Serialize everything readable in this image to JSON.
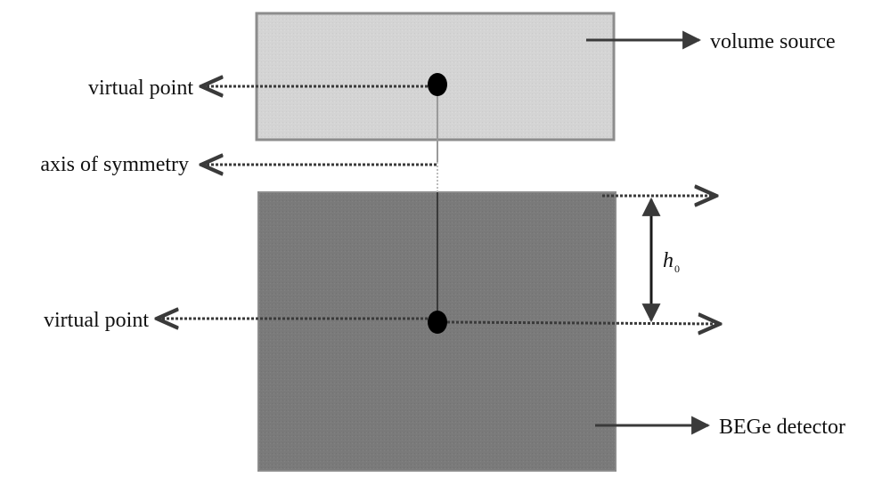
{
  "diagram": {
    "labels": {
      "volume_source": "volume source",
      "virtual_point_top": "virtual point",
      "axis_of_symmetry": "axis of symmetry",
      "virtual_point_bottom": "virtual point",
      "bege_detector": "BEGe detector",
      "height_symbol": "h",
      "height_subscript": "0"
    },
    "colors": {
      "volume_source_fill": "#d4d4d4",
      "detector_fill": "#7a7a7a",
      "box_stroke": "#8c8c8c",
      "point_fill": "#000000",
      "arrow_color": "#3a3a3a",
      "text_color": "#111111"
    }
  }
}
